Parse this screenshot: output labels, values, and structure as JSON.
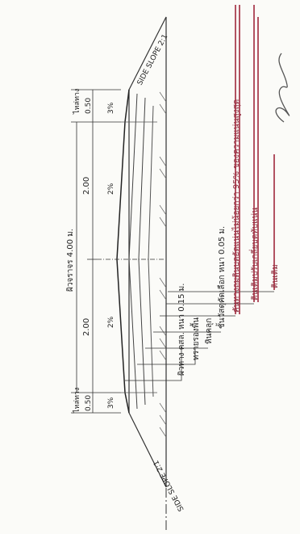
{
  "section": {
    "road_width": "ผิวจราจร 4.00 ม.",
    "half_left": "2.00",
    "half_right": "2.00",
    "shoulder_left": "ไหล่ทาง",
    "shoulder_right": "ไหล่ทาง",
    "shoulder_left_width": "0.50",
    "shoulder_right_width": "0.50",
    "slope_left": "3%",
    "slope_center_left": "2%",
    "slope_center_right": "2%",
    "slope_right": "3%",
    "side_slope_left": "SIDE SLOPE 2:1",
    "side_slope_right": "SIDE SLOPE 2:1"
  },
  "notes": {
    "n1": "ผิวทาง คสล. หนา 0.15 ม.",
    "n2": "ทรายรองพื้น",
    "n3": "หินคลุก",
    "n4": "ชั้นวัสดุคัดเลือก หนา 0.05 ม.",
    "n5": "คันทางถมดินบดอัดแน่นไม่น้อยกว่า 95% ของความแน่นสูงสุด",
    "n6": "ดินเดิมปรับเกลี่ยบดทับแน่น",
    "n7": "ดินเดิม"
  }
}
